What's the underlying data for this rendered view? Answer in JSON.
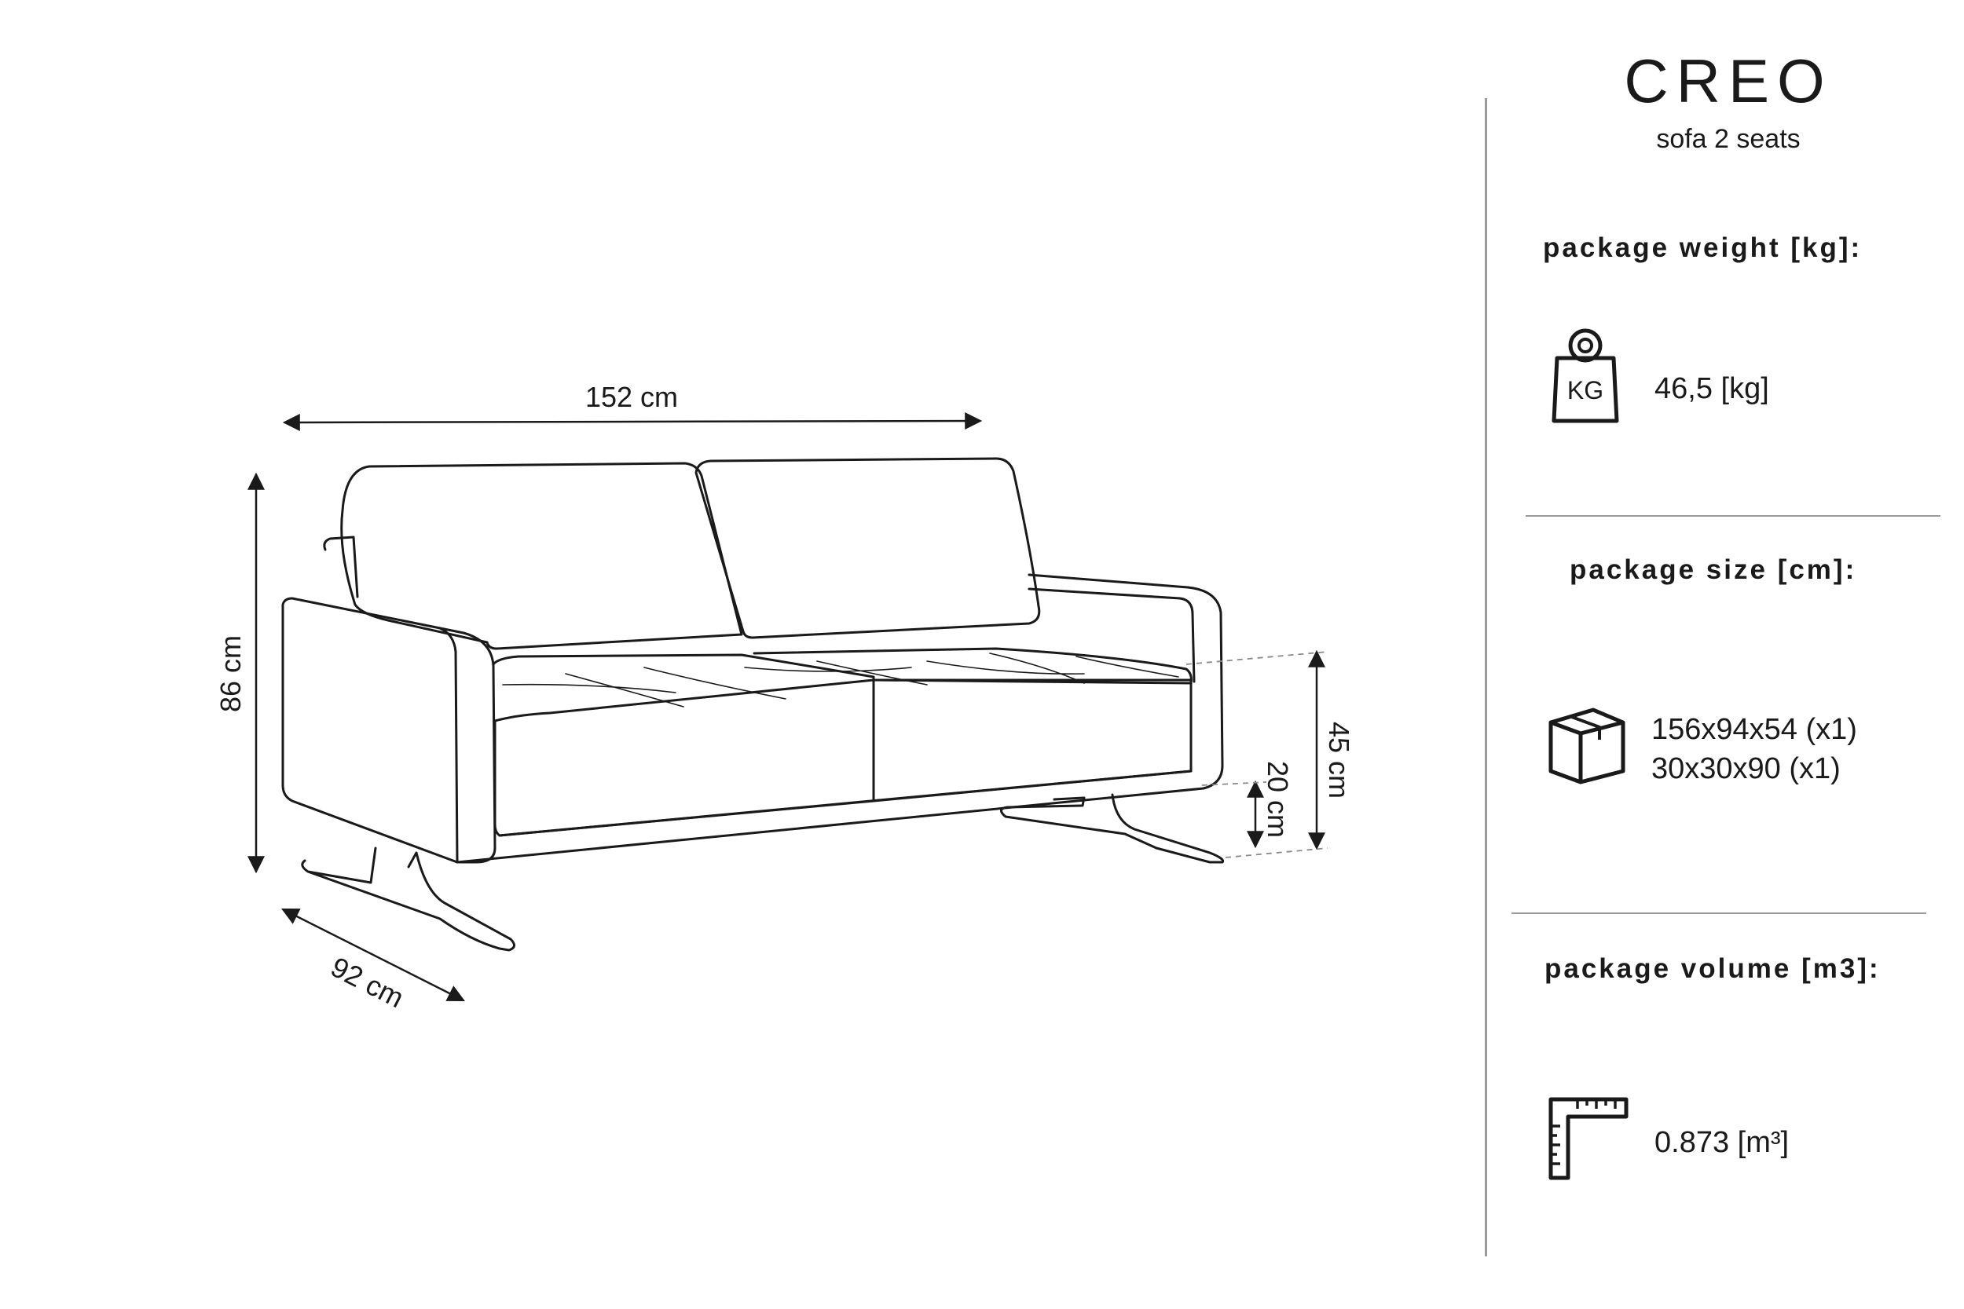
{
  "product": {
    "name": "CREO",
    "subtitle": "sofa 2 seats"
  },
  "dimensions": {
    "width": "152 cm",
    "height": "86 cm",
    "depth": "92 cm",
    "seat_height": "45 cm",
    "leg_height": "20 cm"
  },
  "package": {
    "weight": {
      "title": "package weight [kg]:",
      "value": "46,5 [kg]",
      "icon": "weight-kg-icon",
      "icon_text": "KG"
    },
    "size": {
      "title": "package size [cm]:",
      "lines": [
        "156x94x54 (x1)",
        "30x30x90 (x1)"
      ],
      "icon": "box-icon"
    },
    "volume": {
      "title": "package volume [m3]:",
      "value": "0.873 [m³]",
      "icon": "ruler-corner-icon"
    }
  }
}
